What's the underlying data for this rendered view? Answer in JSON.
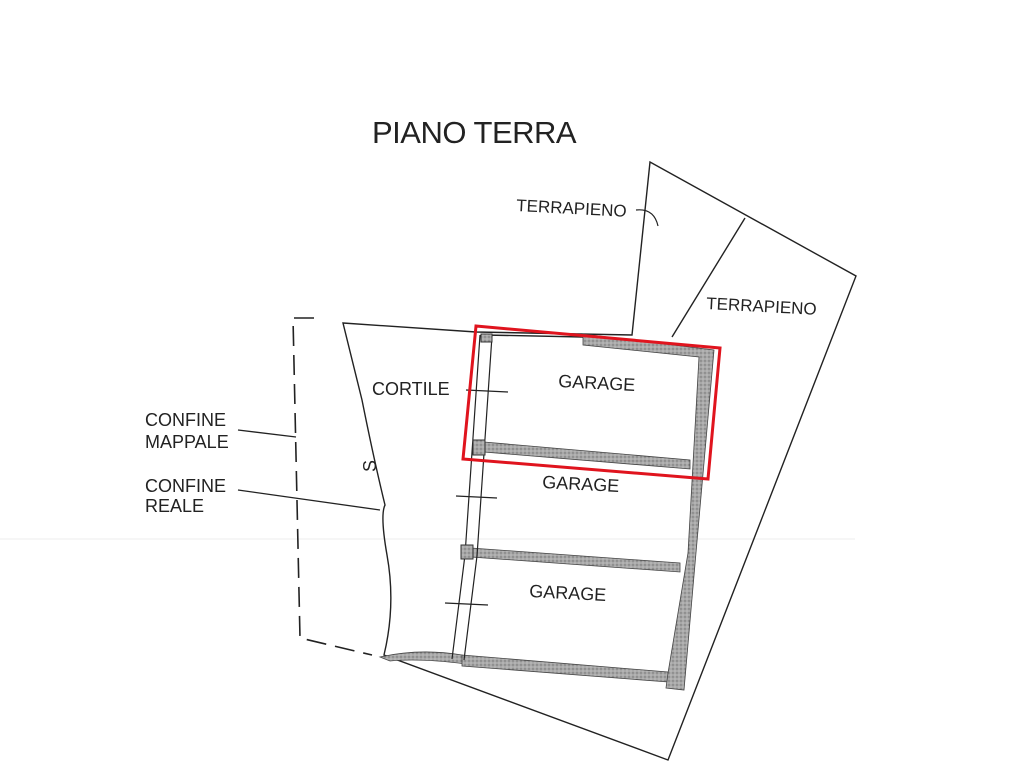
{
  "plan": {
    "title": "PIANO TERRA",
    "labels": {
      "terrapieno_top": "TERRAPIENO",
      "terrapieno_right": "TERRAPIENO",
      "cortile": "CORTILE",
      "garage_1": "GARAGE",
      "garage_2": "GARAGE",
      "garage_3": "GARAGE",
      "confine_mappale_line1": "CONFINE",
      "confine_mappale_line2": "MAPPALE",
      "confine_reale_line1": "CONFINE",
      "confine_reale_line2": "REALE",
      "slope_mark": "S"
    },
    "colors": {
      "line": "#222222",
      "wall_fill": "#9c9c9c",
      "highlight": "#e0141e"
    }
  }
}
